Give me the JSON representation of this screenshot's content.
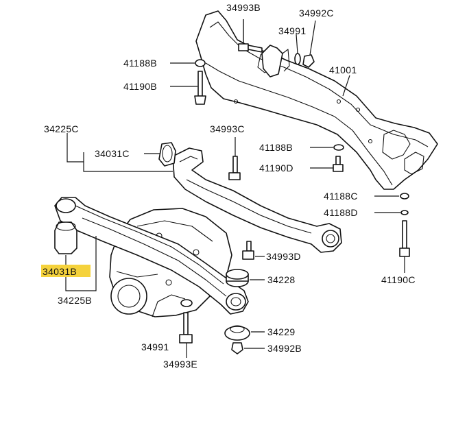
{
  "highlight_color": "#f5d23c",
  "labels": {
    "p34993B": "34993B",
    "p34992C": "34992C",
    "p34991_top": "34991",
    "p41188B_top": "41188B",
    "p41001": "41001",
    "p41190B": "41190B",
    "p34225C": "34225C",
    "p34993C": "34993C",
    "p34031C": "34031C",
    "p41188B_mid": "41188B",
    "p41190D": "41190D",
    "p41188C": "41188C",
    "p41188D": "41188D",
    "p34031B": "34031B",
    "p34993D": "34993D",
    "p34228": "34228",
    "p41190C": "41190C",
    "p34225B": "34225B",
    "p34229": "34229",
    "p34991_bot": "34991",
    "p34992B": "34992B",
    "p34993E": "34993E"
  }
}
